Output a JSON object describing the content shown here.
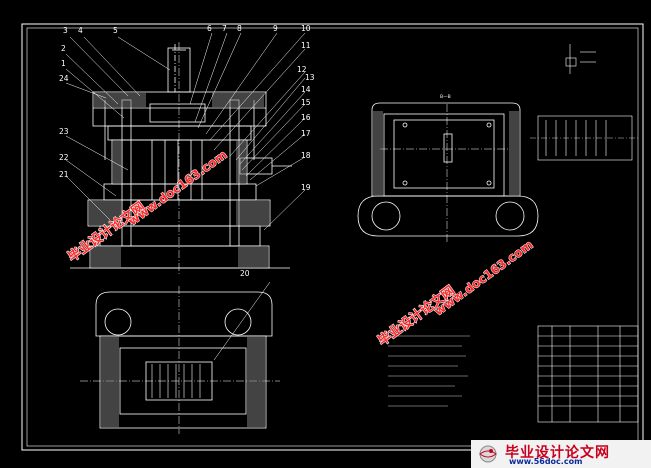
{
  "callouts": {
    "left": [
      "3",
      "4",
      "5",
      "2",
      "1",
      "24",
      "23",
      "22",
      "21"
    ],
    "right": [
      "6",
      "7",
      "8",
      "9",
      "10",
      "11",
      "12",
      "13",
      "14",
      "15",
      "16",
      "17",
      "18",
      "19"
    ],
    "lower": "20"
  },
  "section_label": "B—B",
  "watermarks": {
    "cn_text": "毕业设计论文网",
    "url_text": "www.doc163.com"
  },
  "footer": {
    "title": "毕业设计论文网",
    "url": "www.56doc.com"
  },
  "colors": {
    "background": "#000000",
    "line": "#ffffff",
    "dim_line": "#b8b8b8",
    "watermark": "#ff2a2a",
    "footer_red": "#c8001e",
    "footer_blue": "#0a2a9a"
  }
}
